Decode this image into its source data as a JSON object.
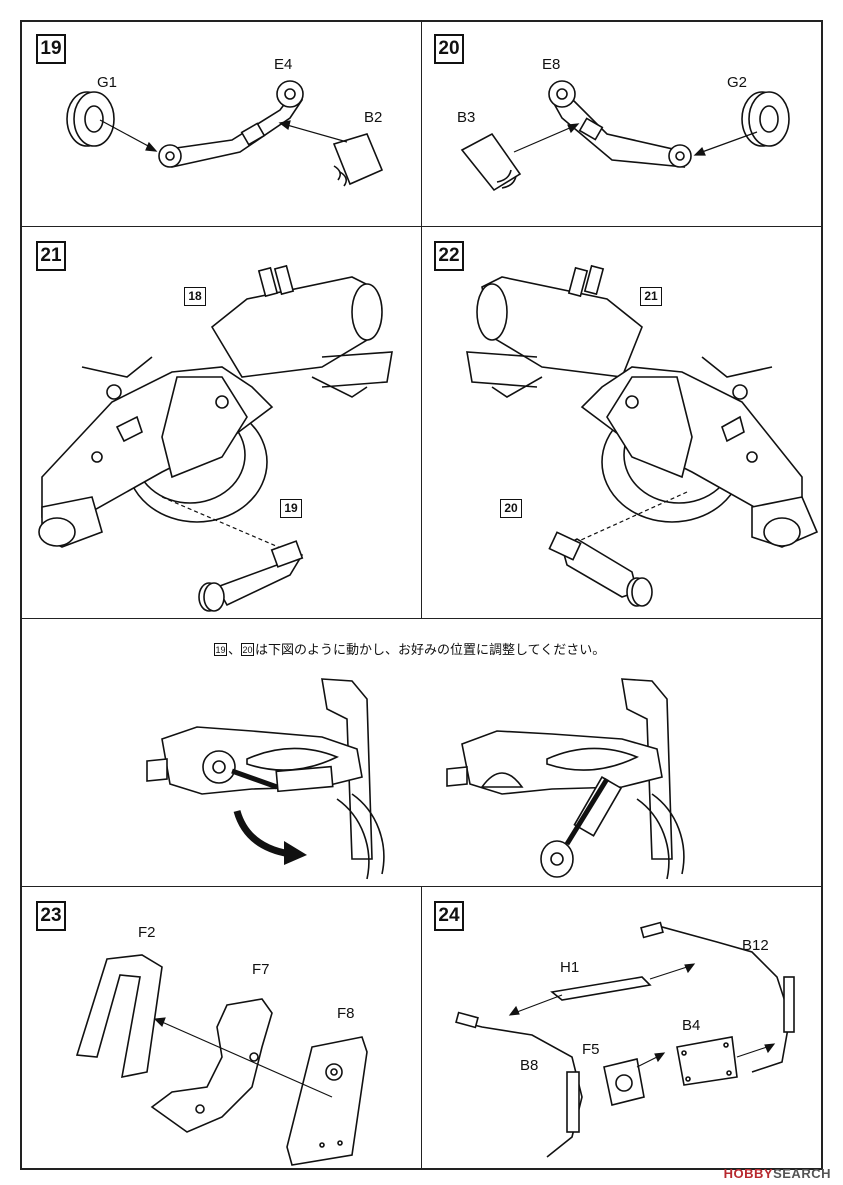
{
  "steps": {
    "s19": {
      "number": "19",
      "parts": {
        "g1": "G1",
        "e4": "E4",
        "b2": "B2"
      }
    },
    "s20": {
      "number": "20",
      "parts": {
        "e8": "E8",
        "b3": "B3",
        "g2": "G2"
      }
    },
    "s21": {
      "number": "21",
      "refs": {
        "a": "18",
        "b": "19"
      }
    },
    "s22": {
      "number": "22",
      "refs": {
        "a": "21",
        "b": "20"
      }
    },
    "adjust": {
      "ref_a": "19",
      "sep": "、",
      "ref_b": "20",
      "text": "は下図のように動かし、お好みの位置に調整してください。"
    },
    "s23": {
      "number": "23",
      "parts": {
        "f2": "F2",
        "f7": "F7",
        "f8": "F8"
      }
    },
    "s24": {
      "number": "24",
      "parts": {
        "h1": "H1",
        "b12": "B12",
        "b8": "B8",
        "f5": "F5",
        "b4": "B4"
      }
    }
  },
  "watermark": {
    "brand": "HOBBY",
    "rest": "SEARCH"
  },
  "icons": [
    "arrow-icon",
    "curved-arrow-icon"
  ],
  "colors": {
    "line": "#111111",
    "watermark": "#b8292f"
  }
}
